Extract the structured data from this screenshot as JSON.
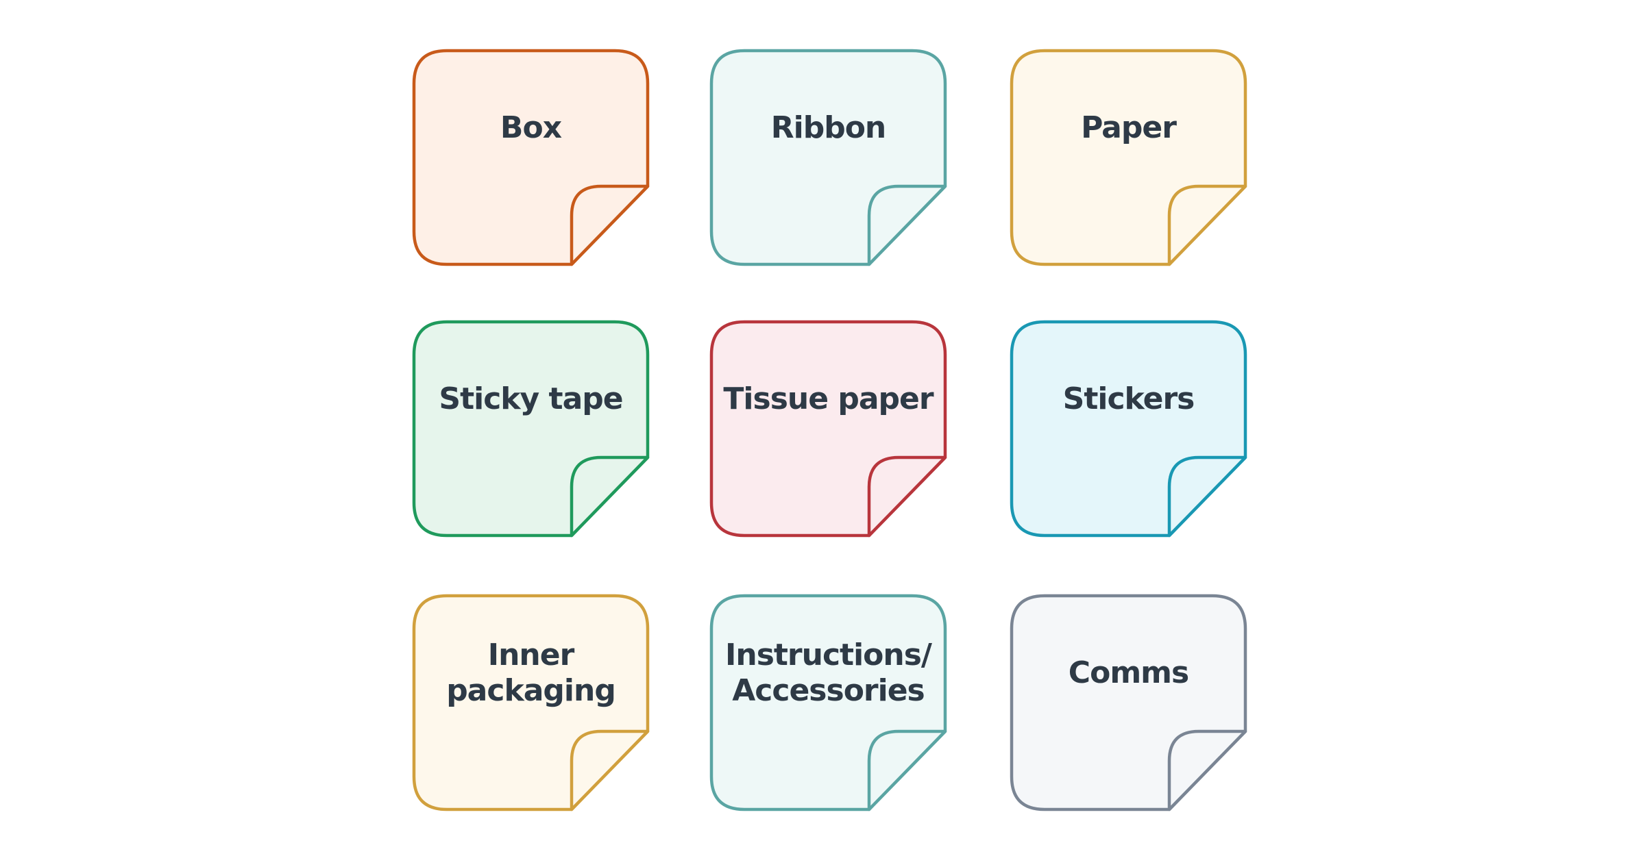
{
  "notes": [
    {
      "label": "Box",
      "stroke": "#c85a1a",
      "fill": "#fef0e7"
    },
    {
      "label": "Ribbon",
      "stroke": "#5aa5a3",
      "fill": "#eef8f7"
    },
    {
      "label": "Paper",
      "stroke": "#d1a03d",
      "fill": "#fef8ec"
    },
    {
      "label": "Sticky tape",
      "stroke": "#1f9a5c",
      "fill": "#e6f5ec"
    },
    {
      "label": "Tissue paper",
      "stroke": "#b8353c",
      "fill": "#fbebee"
    },
    {
      "label": "Stickers",
      "stroke": "#1998b3",
      "fill": "#e4f6fa"
    },
    {
      "label": "Inner\npackaging",
      "stroke": "#d1a03d",
      "fill": "#fef8ec"
    },
    {
      "label": "Instructions/\nAccessories",
      "stroke": "#5aa5a3",
      "fill": "#eef8f7"
    },
    {
      "label": "Comms",
      "stroke": "#7a8594",
      "fill": "#f5f7f9"
    }
  ]
}
